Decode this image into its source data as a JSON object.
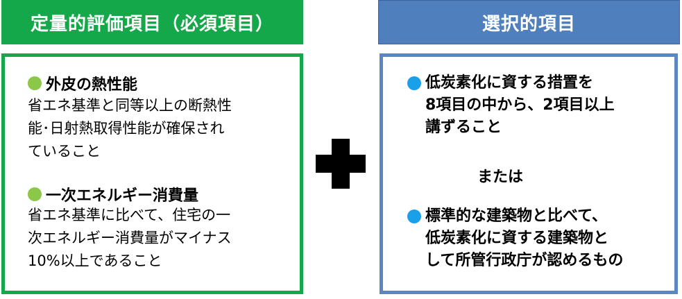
{
  "left": {
    "header": "定量的評価項目（必須項目）",
    "items": [
      {
        "title": "外皮の熱性能",
        "lines": [
          "省エネ基準と同等以上の断熱性",
          "能･日射熱取得性能が確保され",
          "ていること"
        ]
      },
      {
        "title": "一次エネルギー消費量",
        "lines": [
          "省エネ基準に比べて、住宅の一",
          "次エネルギー消費量がマイナス",
          "10%以上であること"
        ]
      }
    ]
  },
  "right": {
    "header": "選択的項目",
    "items": [
      {
        "lines": [
          "低炭素化に資する措置を",
          "8項目の中から、2項目以上",
          "講ずること"
        ]
      },
      {
        "lines": [
          "標準的な建築物と比べて、",
          "低炭素化に資する建築物と",
          "して所管行政庁が認めるもの"
        ]
      }
    ],
    "or_label": "または"
  },
  "colors": {
    "green": "#15a84a",
    "light_green_bullet": "#8bc84a",
    "blue": "#4f80bd",
    "blue_bullet": "#1aa0e8",
    "plus": "#000000"
  },
  "icons": {
    "left_bullet": "green-circle-icon",
    "right_bullet": "blue-circle-icon",
    "combine": "plus-icon"
  }
}
